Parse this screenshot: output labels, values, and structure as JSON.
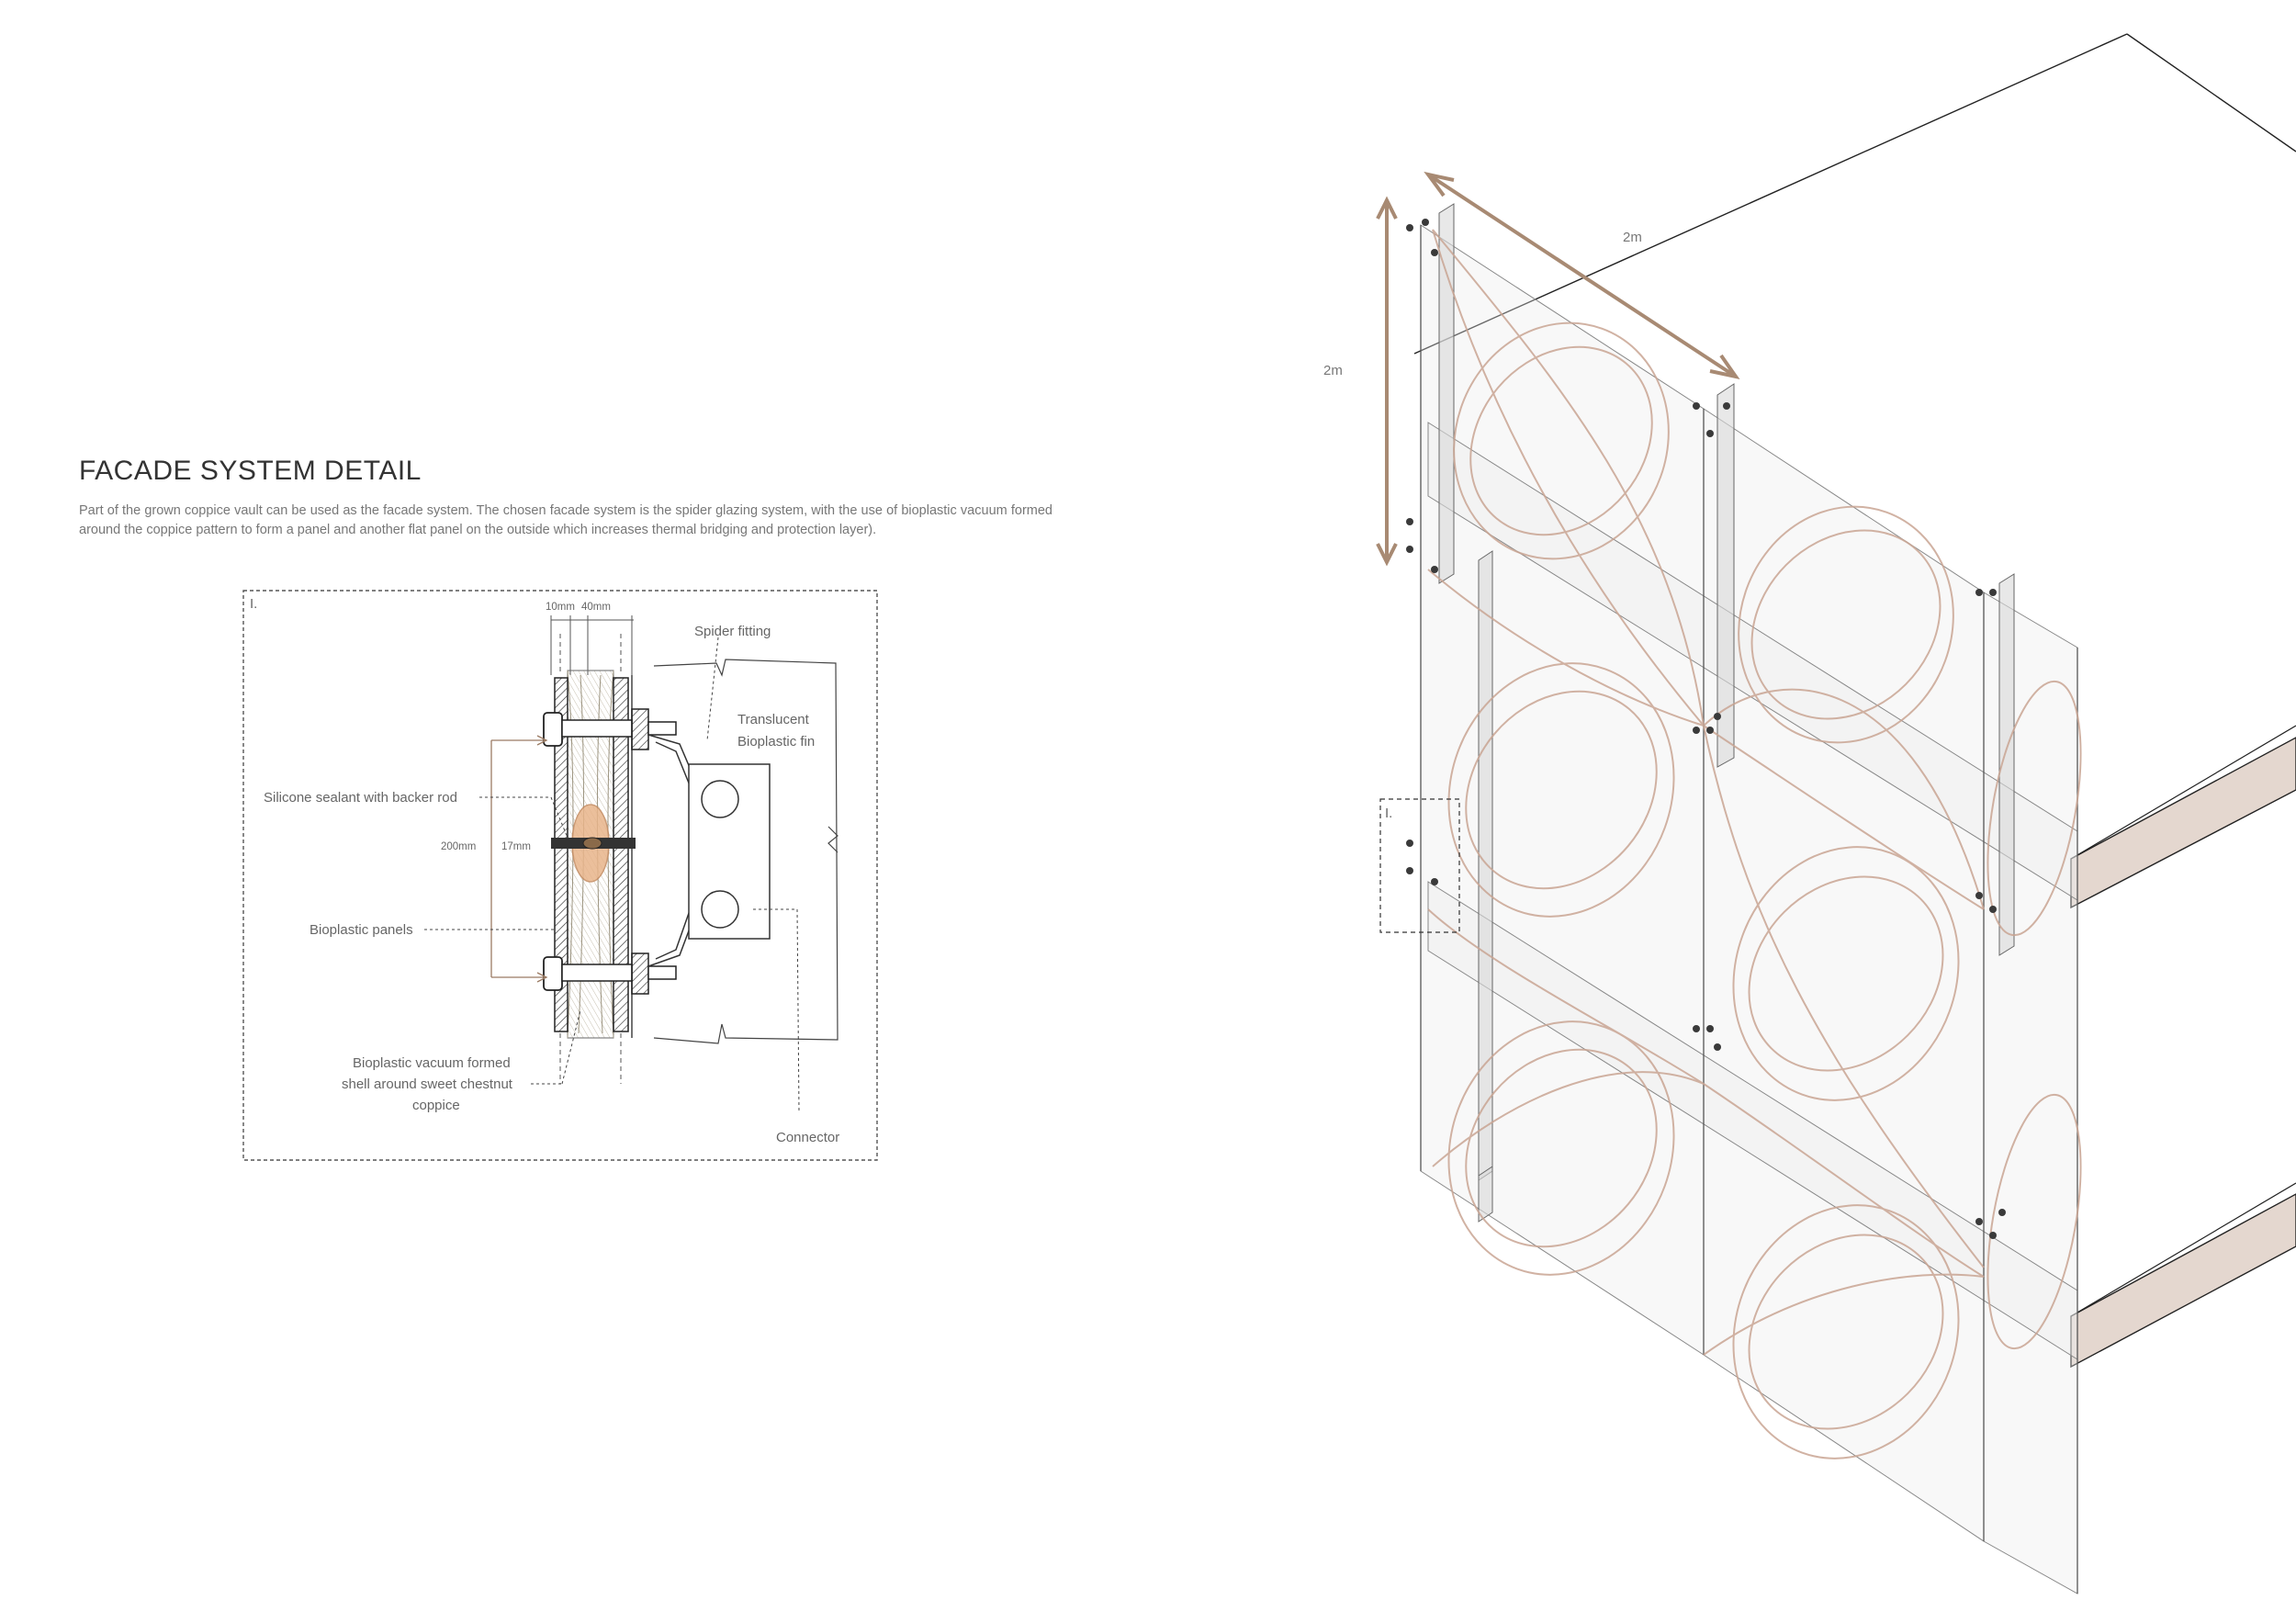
{
  "heading": "FACADE SYSTEM DETAIL",
  "description": "Part of the grown coppice vault can be used as the facade system. The chosen facade system is the spider glazing system, with the use of bioplastic vacuum formed around the coppice pattern to form a panel and another flat panel on the outside which increases thermal bridging and protection layer).",
  "detail": {
    "marker": "I.",
    "dim_10mm": "10mm",
    "dim_40mm": "40mm",
    "dim_200mm": "200mm",
    "dim_17mm": "17mm",
    "labels": {
      "spider_fitting": "Spider fitting",
      "fin_line1": "Translucent",
      "fin_line2": "Bioplastic fin",
      "sealant": "Silicone sealant with backer rod",
      "panels": "Bioplastic panels",
      "shell_line1": "Bioplastic vacuum formed",
      "shell_line2": "shell around sweet chestnut",
      "shell_line3": "coppice",
      "connector": "Connector"
    }
  },
  "axo": {
    "dim_width": "2m",
    "dim_height": "2m",
    "callout_marker": "I."
  },
  "colors": {
    "coppice": "#c9a593",
    "dimension": "#a88a73",
    "slab": "#e4d7cf"
  }
}
